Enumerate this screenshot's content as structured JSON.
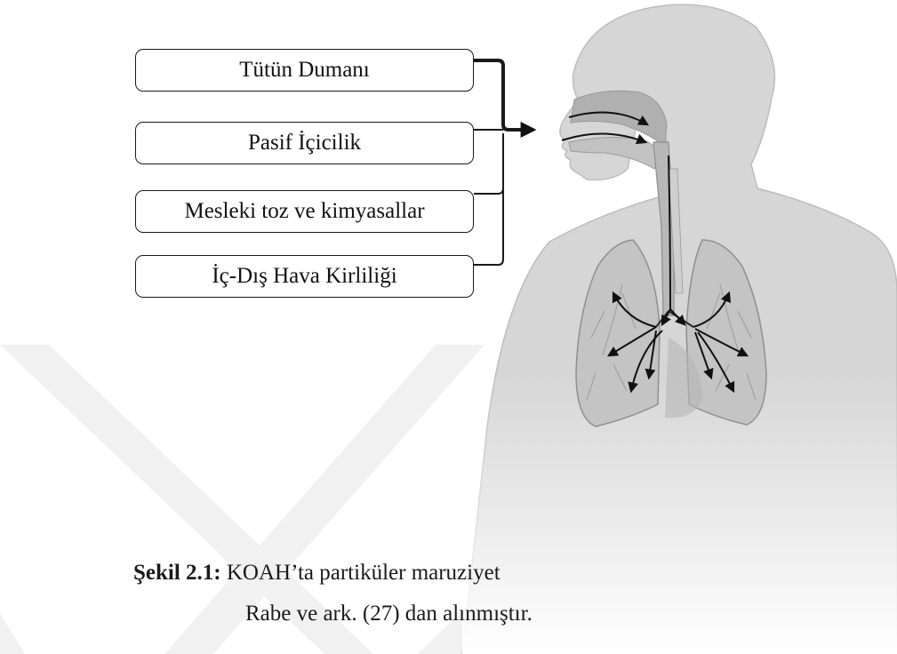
{
  "sources": [
    "Tütün Dumanı",
    "Pasif İçicilik",
    "Mesleki toz ve kimyasallar",
    "İç-Dış Hava Kirliliği"
  ],
  "caption": {
    "label": "Şekil 2.1:",
    "title": " KOAH’ta partiküler maruziyet",
    "source": "Rabe ve ark. (27) dan alınmıştır."
  },
  "colors": {
    "box_border": "#1a1a1a",
    "arrow": "#111111",
    "anatomy_fill": "#d4d4d4",
    "airway_fill": "#b4b4b4",
    "lung_fill": "#c6c6c6",
    "watermark": "#f1f1f1"
  },
  "icons": {
    "watermark": "chevron-watermark",
    "illustration": "respiratory-system-illustration"
  }
}
